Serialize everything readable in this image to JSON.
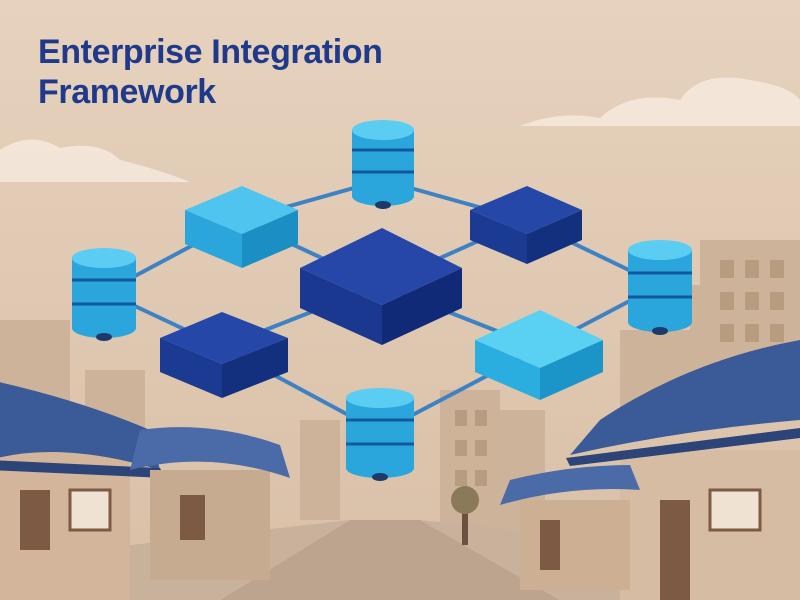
{
  "title": {
    "line1": "Enterprise Integration",
    "line2": "Framework"
  },
  "diagram": {
    "nodes": [
      {
        "id": "db-top",
        "kind": "database",
        "color": "#3fb6e6"
      },
      {
        "id": "db-left",
        "kind": "database",
        "color": "#3fb6e6"
      },
      {
        "id": "db-right",
        "kind": "database",
        "color": "#3fb6e6"
      },
      {
        "id": "db-bottom",
        "kind": "database",
        "color": "#3fb6e6"
      },
      {
        "id": "hub",
        "kind": "central-block",
        "color": "#1f3f9b"
      },
      {
        "id": "block-upper-left",
        "kind": "block",
        "color": "#3fb6e6"
      },
      {
        "id": "block-upper-right",
        "kind": "block",
        "color": "#1f3f9b"
      },
      {
        "id": "block-lower-left",
        "kind": "block",
        "color": "#1f3f9b"
      },
      {
        "id": "block-lower-right",
        "kind": "block",
        "color": "#3fb6e6"
      }
    ]
  },
  "colors": {
    "title": "#1f3a8a",
    "sky": "#e8d6c3",
    "connector": "#3f82c4",
    "roof": "#3b5a98"
  }
}
